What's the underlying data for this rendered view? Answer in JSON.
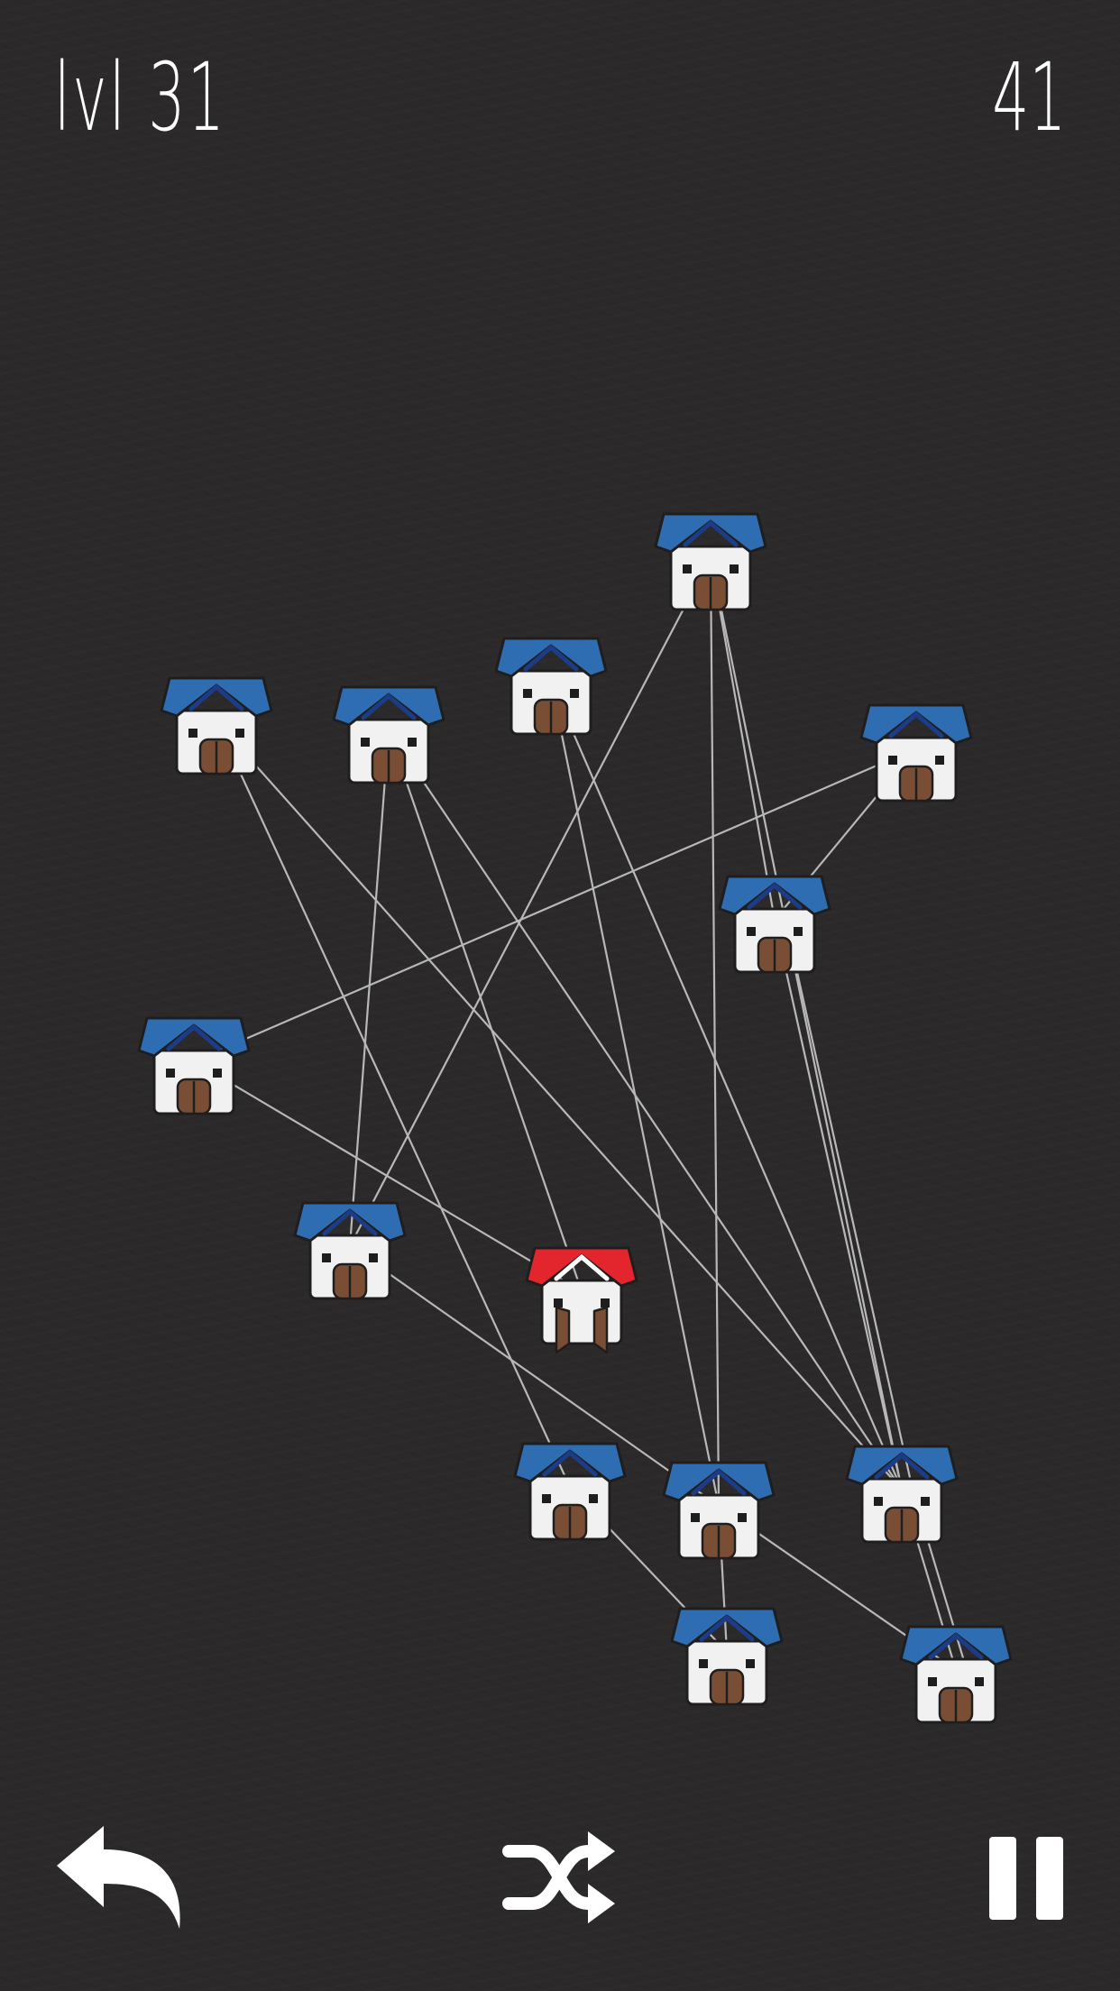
{
  "hud": {
    "level_label": "lvl 31",
    "moves_count": "41"
  },
  "colors": {
    "background": "#2b292a",
    "edge": "#b8b8b8",
    "roof_normal": "#2f6db3",
    "roof_selected": "#e3262e",
    "wall": "#f1f1f1",
    "door": "#7a4e35"
  },
  "board": {
    "houses": [
      {
        "id": 0,
        "selected": false
      },
      {
        "id": 1,
        "selected": false
      },
      {
        "id": 2,
        "selected": false
      },
      {
        "id": 3,
        "selected": false
      },
      {
        "id": 4,
        "selected": false
      },
      {
        "id": 5,
        "selected": false
      },
      {
        "id": 6,
        "selected": false
      },
      {
        "id": 7,
        "selected": false
      },
      {
        "id": 8,
        "selected": true
      },
      {
        "id": 9,
        "selected": false
      },
      {
        "id": 10,
        "selected": false
      },
      {
        "id": 11,
        "selected": false
      },
      {
        "id": 12,
        "selected": false
      },
      {
        "id": 13,
        "selected": false
      }
    ],
    "edges": [
      [
        0,
        5
      ],
      [
        0,
        11
      ],
      [
        0,
        10
      ],
      [
        0,
        7
      ],
      [
        1,
        9
      ],
      [
        1,
        11
      ],
      [
        2,
        7
      ],
      [
        2,
        8
      ],
      [
        2,
        11
      ],
      [
        3,
        10
      ],
      [
        3,
        11
      ],
      [
        4,
        6
      ],
      [
        4,
        5
      ],
      [
        5,
        11
      ],
      [
        5,
        11
      ],
      [
        6,
        8
      ],
      [
        7,
        10
      ],
      [
        10,
        12
      ],
      [
        10,
        13
      ],
      [
        11,
        13
      ],
      [
        11,
        13
      ],
      [
        9,
        12
      ]
    ]
  },
  "controls": {
    "undo": "undo-arrow-icon",
    "shuffle": "shuffle-icon",
    "pause": "pause-icon"
  }
}
